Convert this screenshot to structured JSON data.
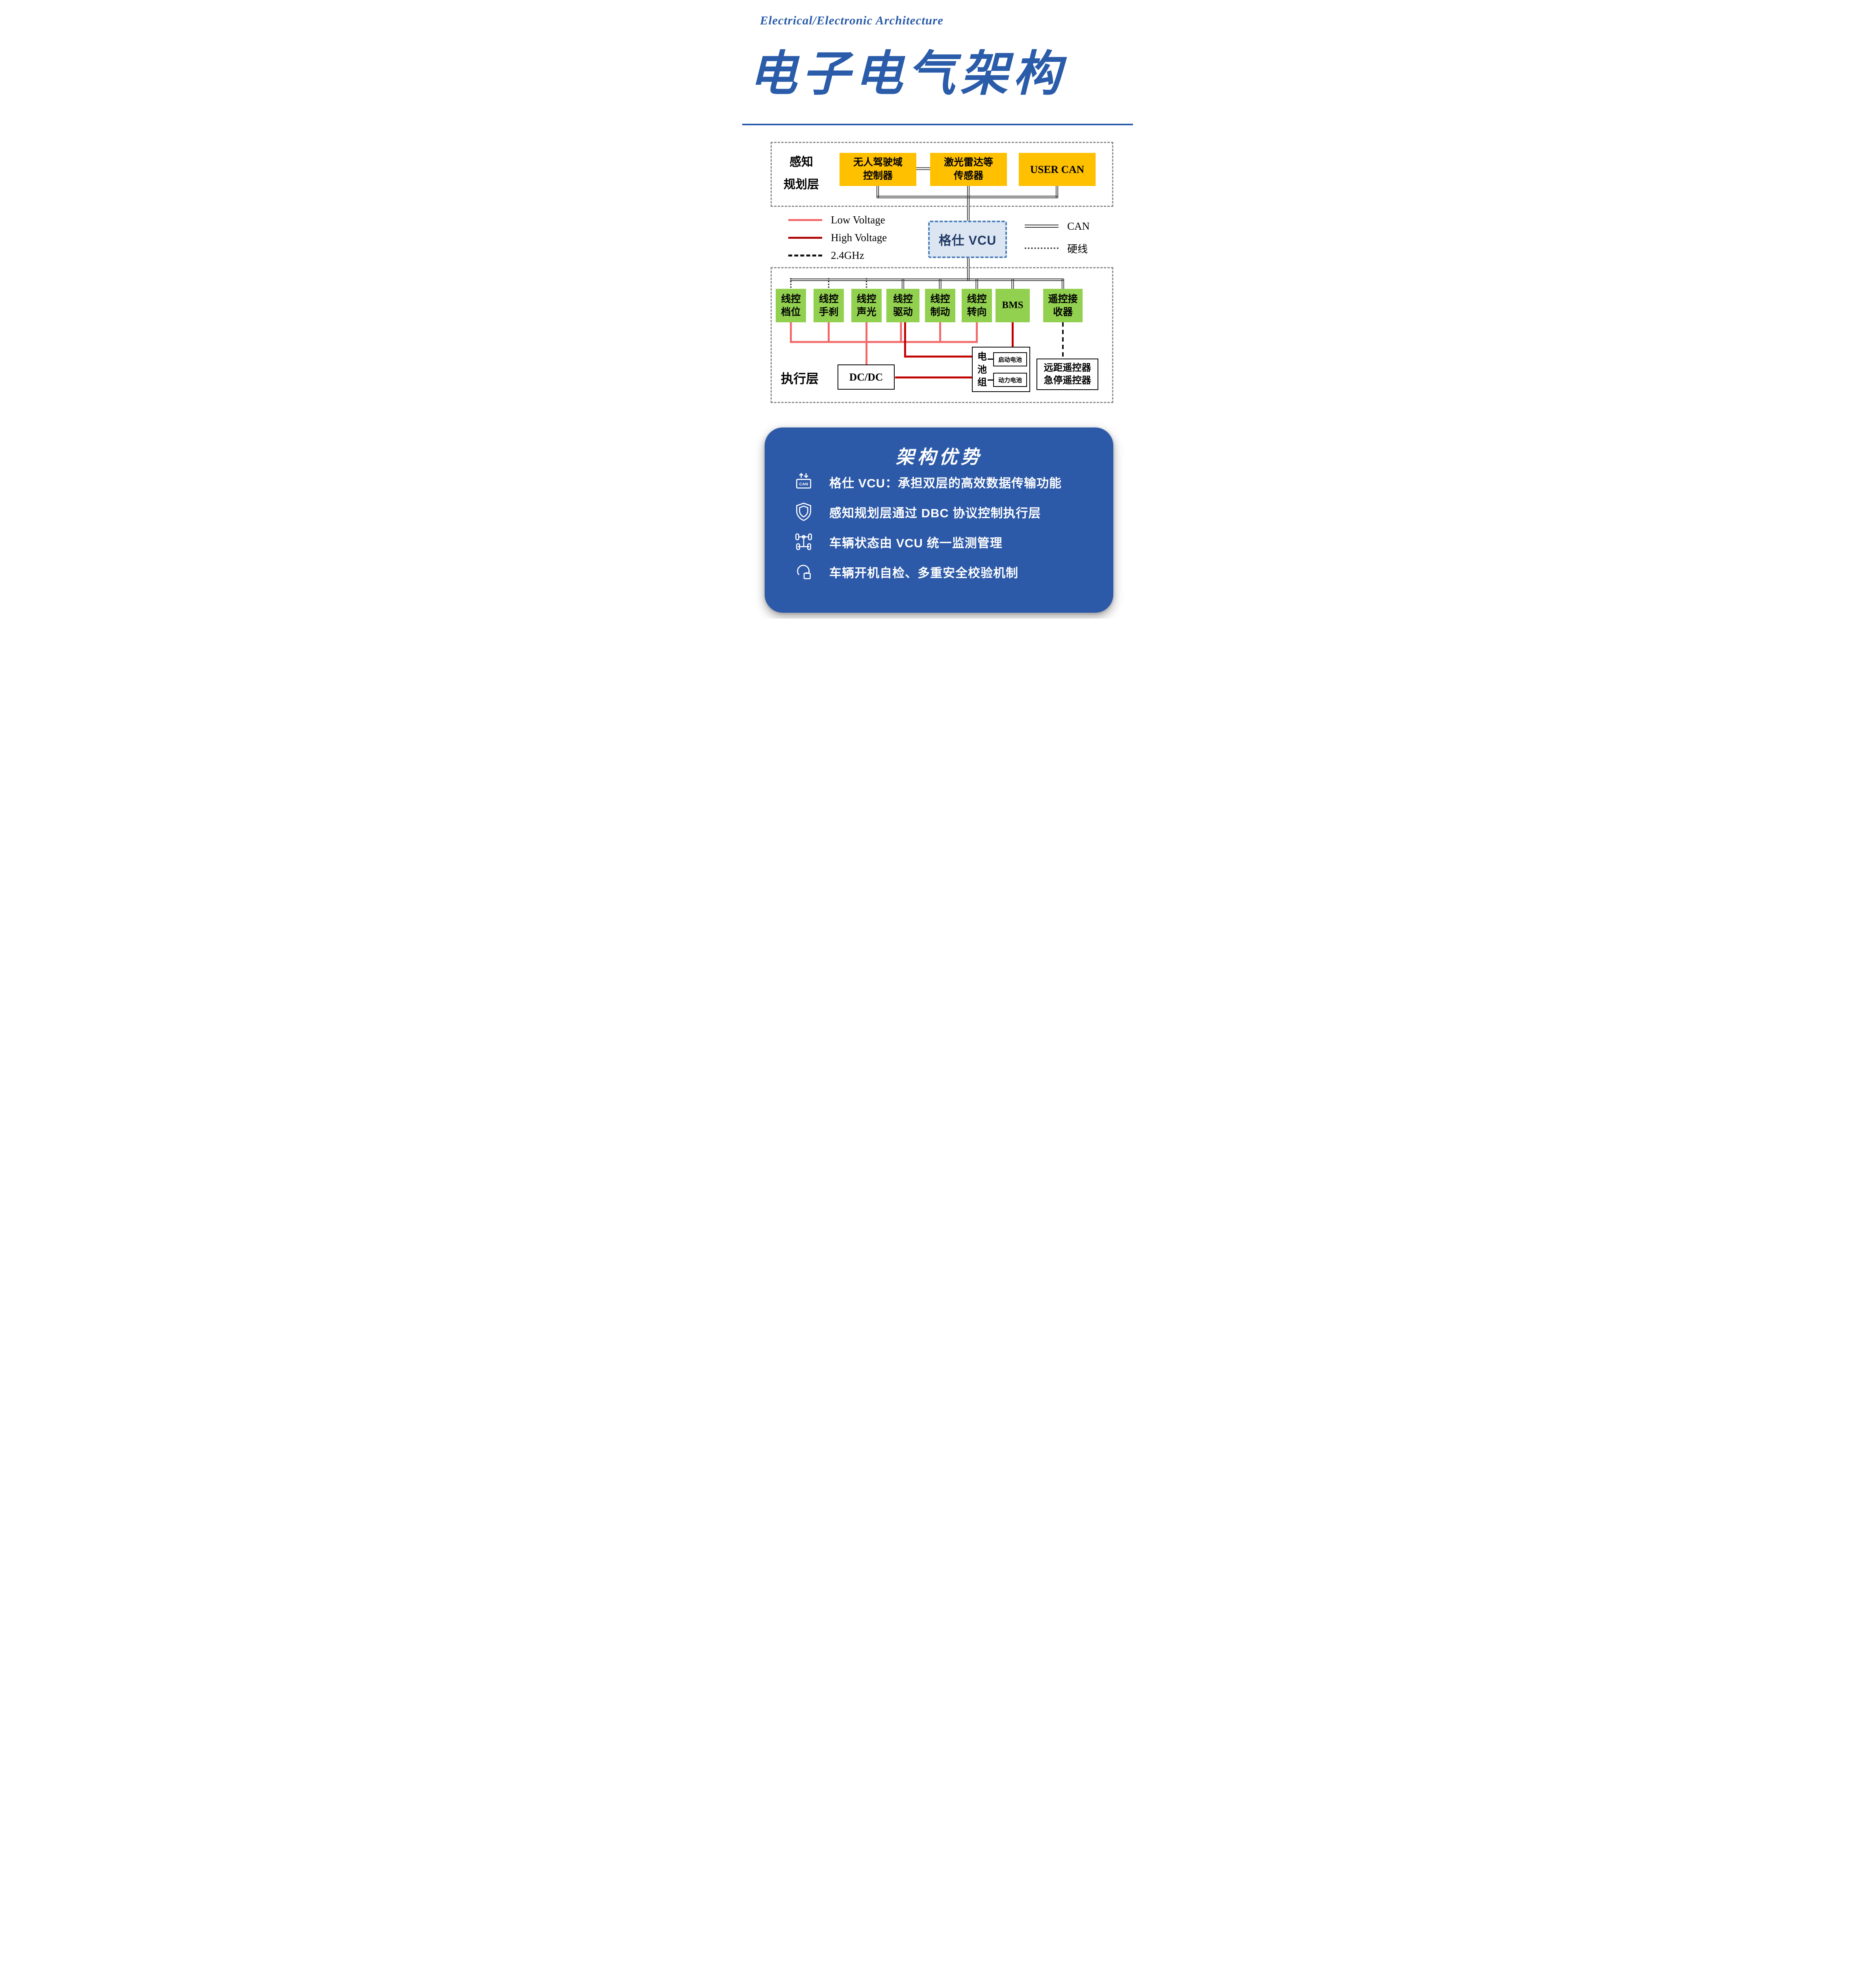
{
  "header": {
    "subtitle": "Electrical/Electronic Architecture",
    "title": "电子电气架构"
  },
  "perception_layer": {
    "label_line1": "感知",
    "label_line2": "规划层",
    "boxes": [
      {
        "line1": "无人驾驶域",
        "line2": "控制器"
      },
      {
        "line1": "激光雷达等",
        "line2": "传感器"
      },
      {
        "line1": "USER CAN",
        "line2": ""
      }
    ]
  },
  "vcu": {
    "label": "格仕 VCU"
  },
  "legend": {
    "low_voltage": "Low Voltage",
    "high_voltage": "High Voltage",
    "wireless": "2.4GHz",
    "can": "CAN",
    "hardwire": "硬线"
  },
  "execution_layer": {
    "label": "执行层",
    "green_boxes": [
      {
        "line1": "线控",
        "line2": "档位"
      },
      {
        "line1": "线控",
        "line2": "手刹"
      },
      {
        "line1": "线控",
        "line2": "声光"
      },
      {
        "line1": "线控",
        "line2": "驱动"
      },
      {
        "line1": "线控",
        "line2": "制动"
      },
      {
        "line1": "线控",
        "line2": "转向"
      },
      {
        "line1": "BMS",
        "line2": ""
      },
      {
        "line1": "遥控接",
        "line2": "收器"
      }
    ],
    "dcdc": "DC/DC",
    "battery": {
      "label": "电池组",
      "cells": [
        "启动电池",
        "动力电池"
      ]
    },
    "remote": {
      "line1": "远距遥控器",
      "line2": "急停遥控器"
    }
  },
  "advantages": {
    "title": "架构优势",
    "items": [
      {
        "icon": "can-bus-icon",
        "text": "格仕 VCU：承担双层的高效数据传输功能"
      },
      {
        "icon": "shield-icon",
        "text": "感知规划层通过 DBC 协议控制执行层"
      },
      {
        "icon": "chassis-icon",
        "text": "车辆状态由 VCU 统一监测管理"
      },
      {
        "icon": "restart-icon",
        "text": "车辆开机自检、多重安全校验机制"
      }
    ]
  },
  "colors": {
    "brand_blue": "#2a5caa",
    "panel_blue": "#2d5aa8",
    "orange": "#ffc000",
    "green": "#92d050",
    "low_voltage": "#f2696a",
    "high_voltage": "#c00000",
    "vcu_fill": "#dce6f2",
    "vcu_border": "#4a7ebb"
  }
}
